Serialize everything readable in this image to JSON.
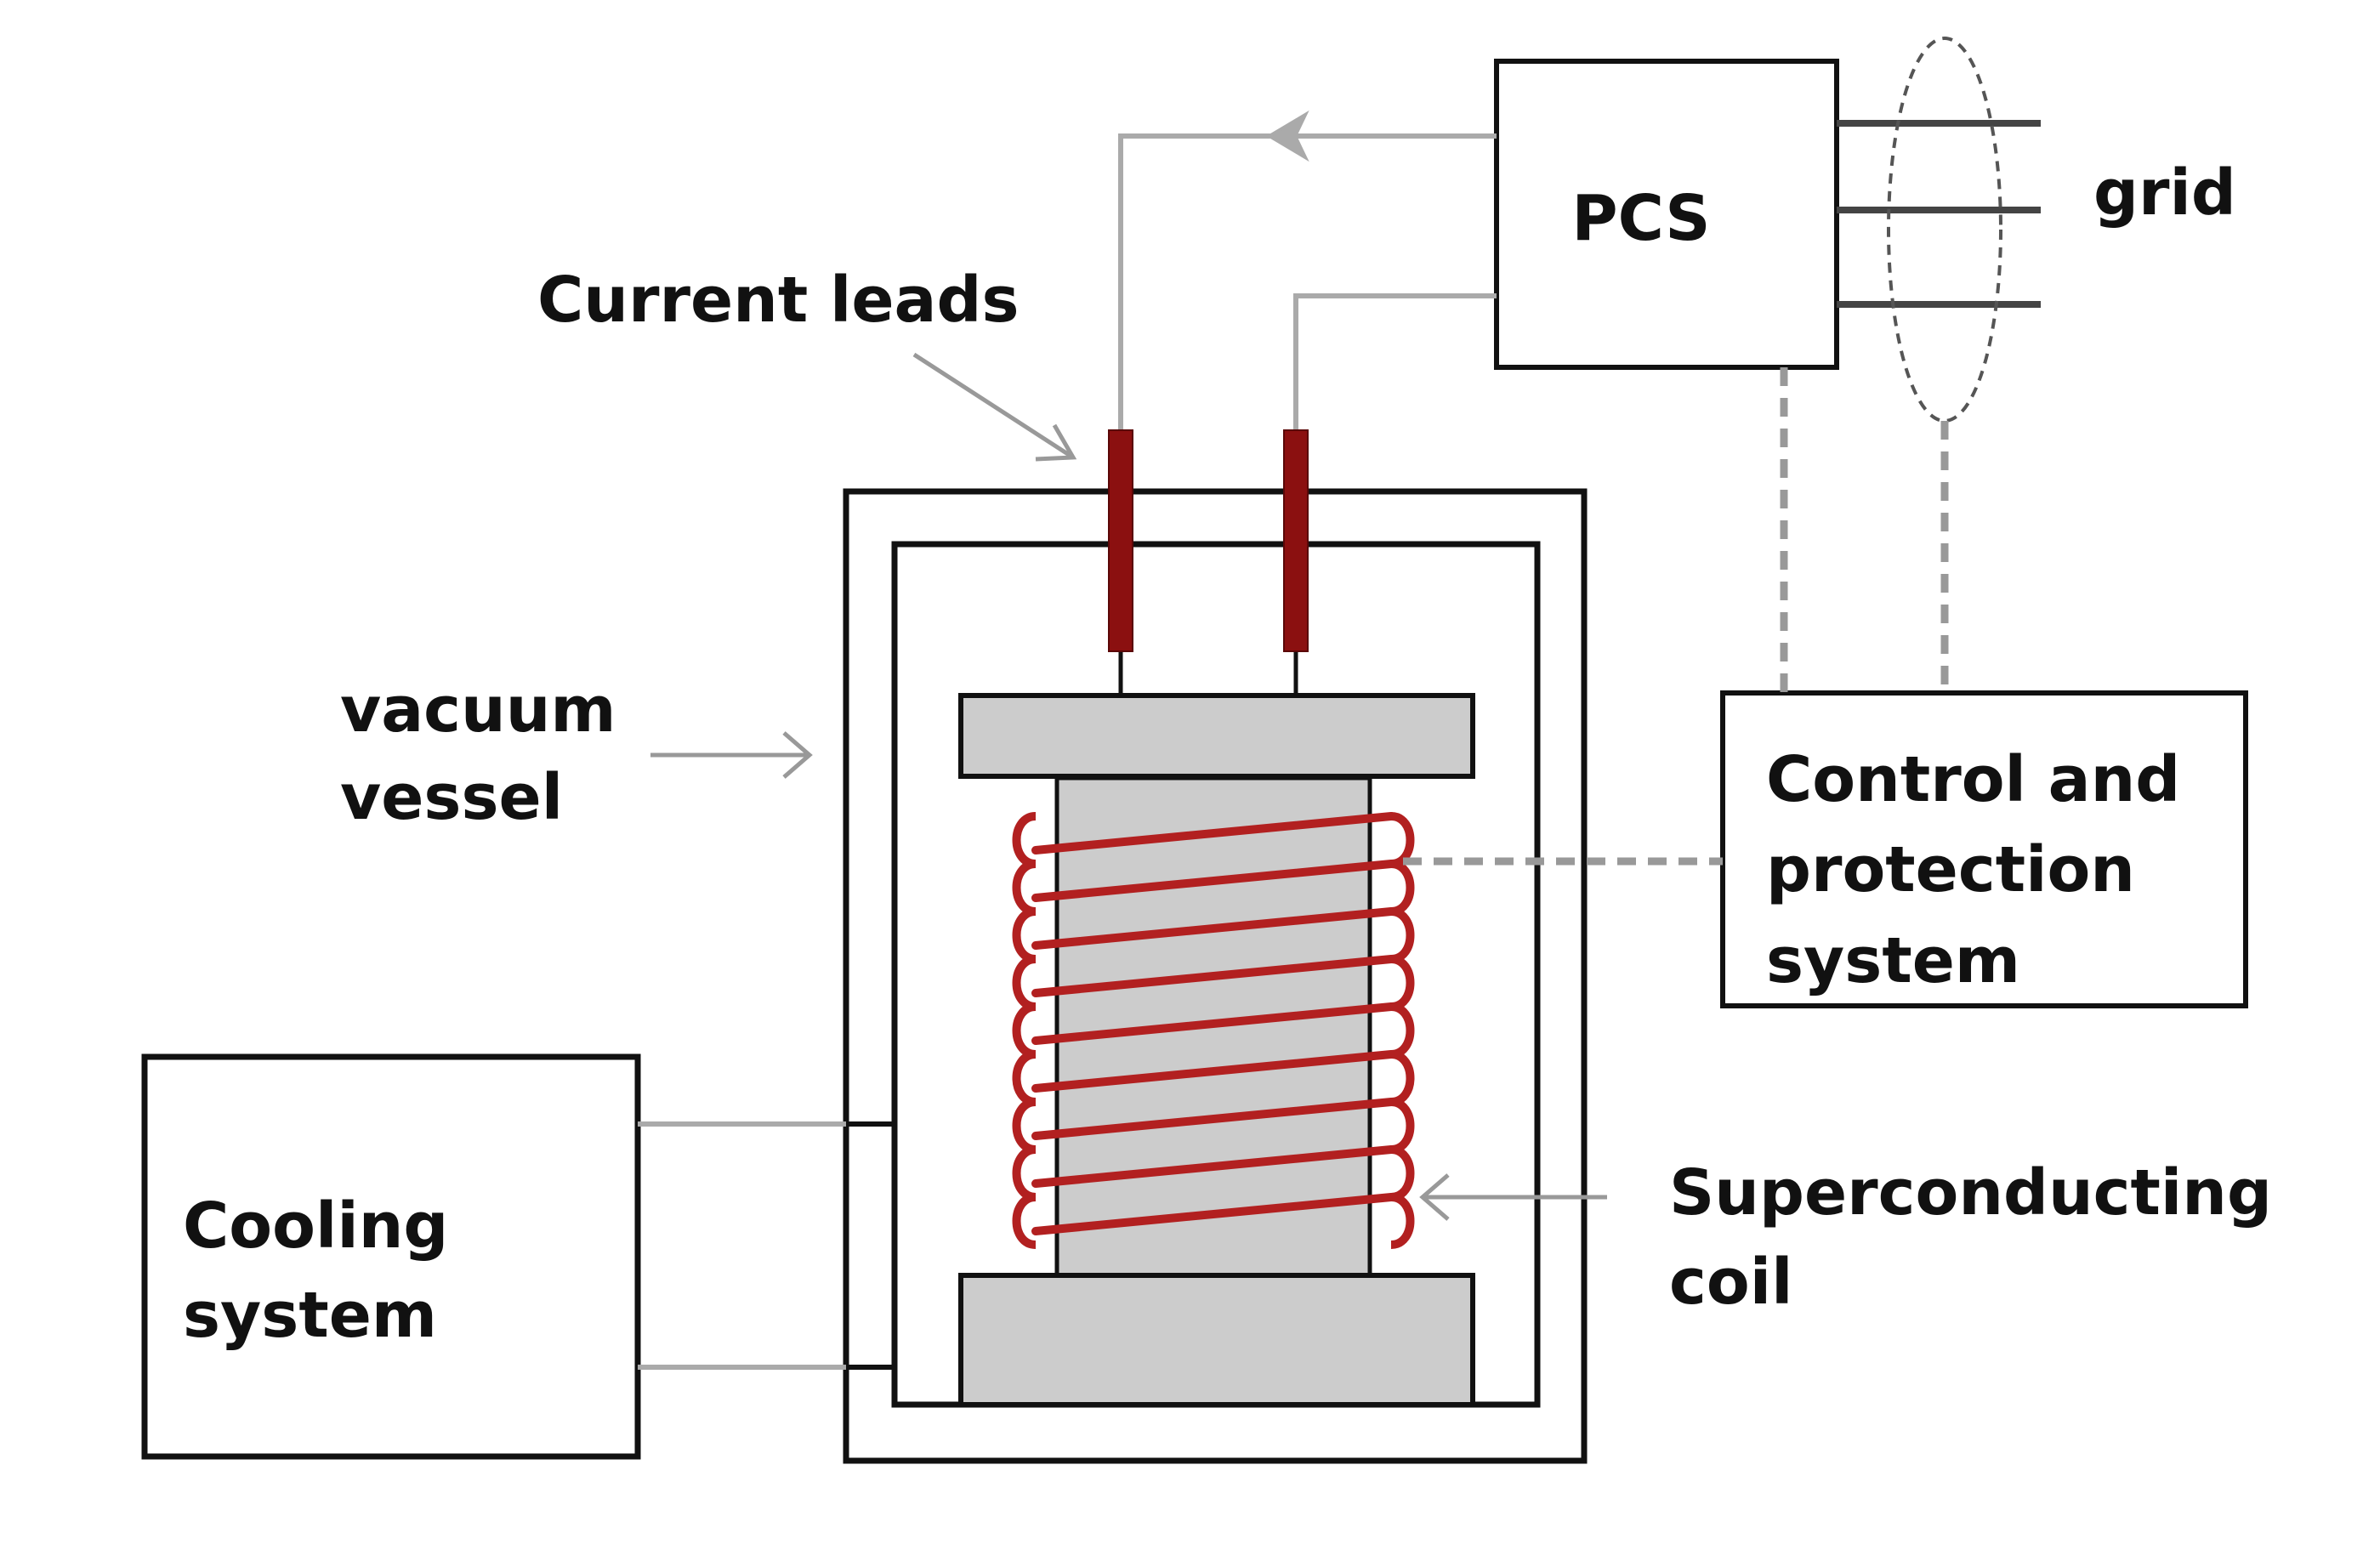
{
  "labels": {
    "pcs": "PCS",
    "grid": "grid",
    "current_leads": "Current leads",
    "vacuum_vessel": [
      "vacuum",
      "vessel"
    ],
    "control_protection": [
      "Control and",
      "protection",
      "system"
    ],
    "cooling_system": [
      "Cooling",
      "system"
    ],
    "superconducting_coil": [
      "Superconducting",
      "coil"
    ]
  },
  "colors": {
    "outline": "#111111",
    "wire": "#aaaaaa",
    "dashed": "#999999",
    "lead": "#8b1010",
    "coil": "#b22020",
    "core_fill": "#cccccc"
  }
}
